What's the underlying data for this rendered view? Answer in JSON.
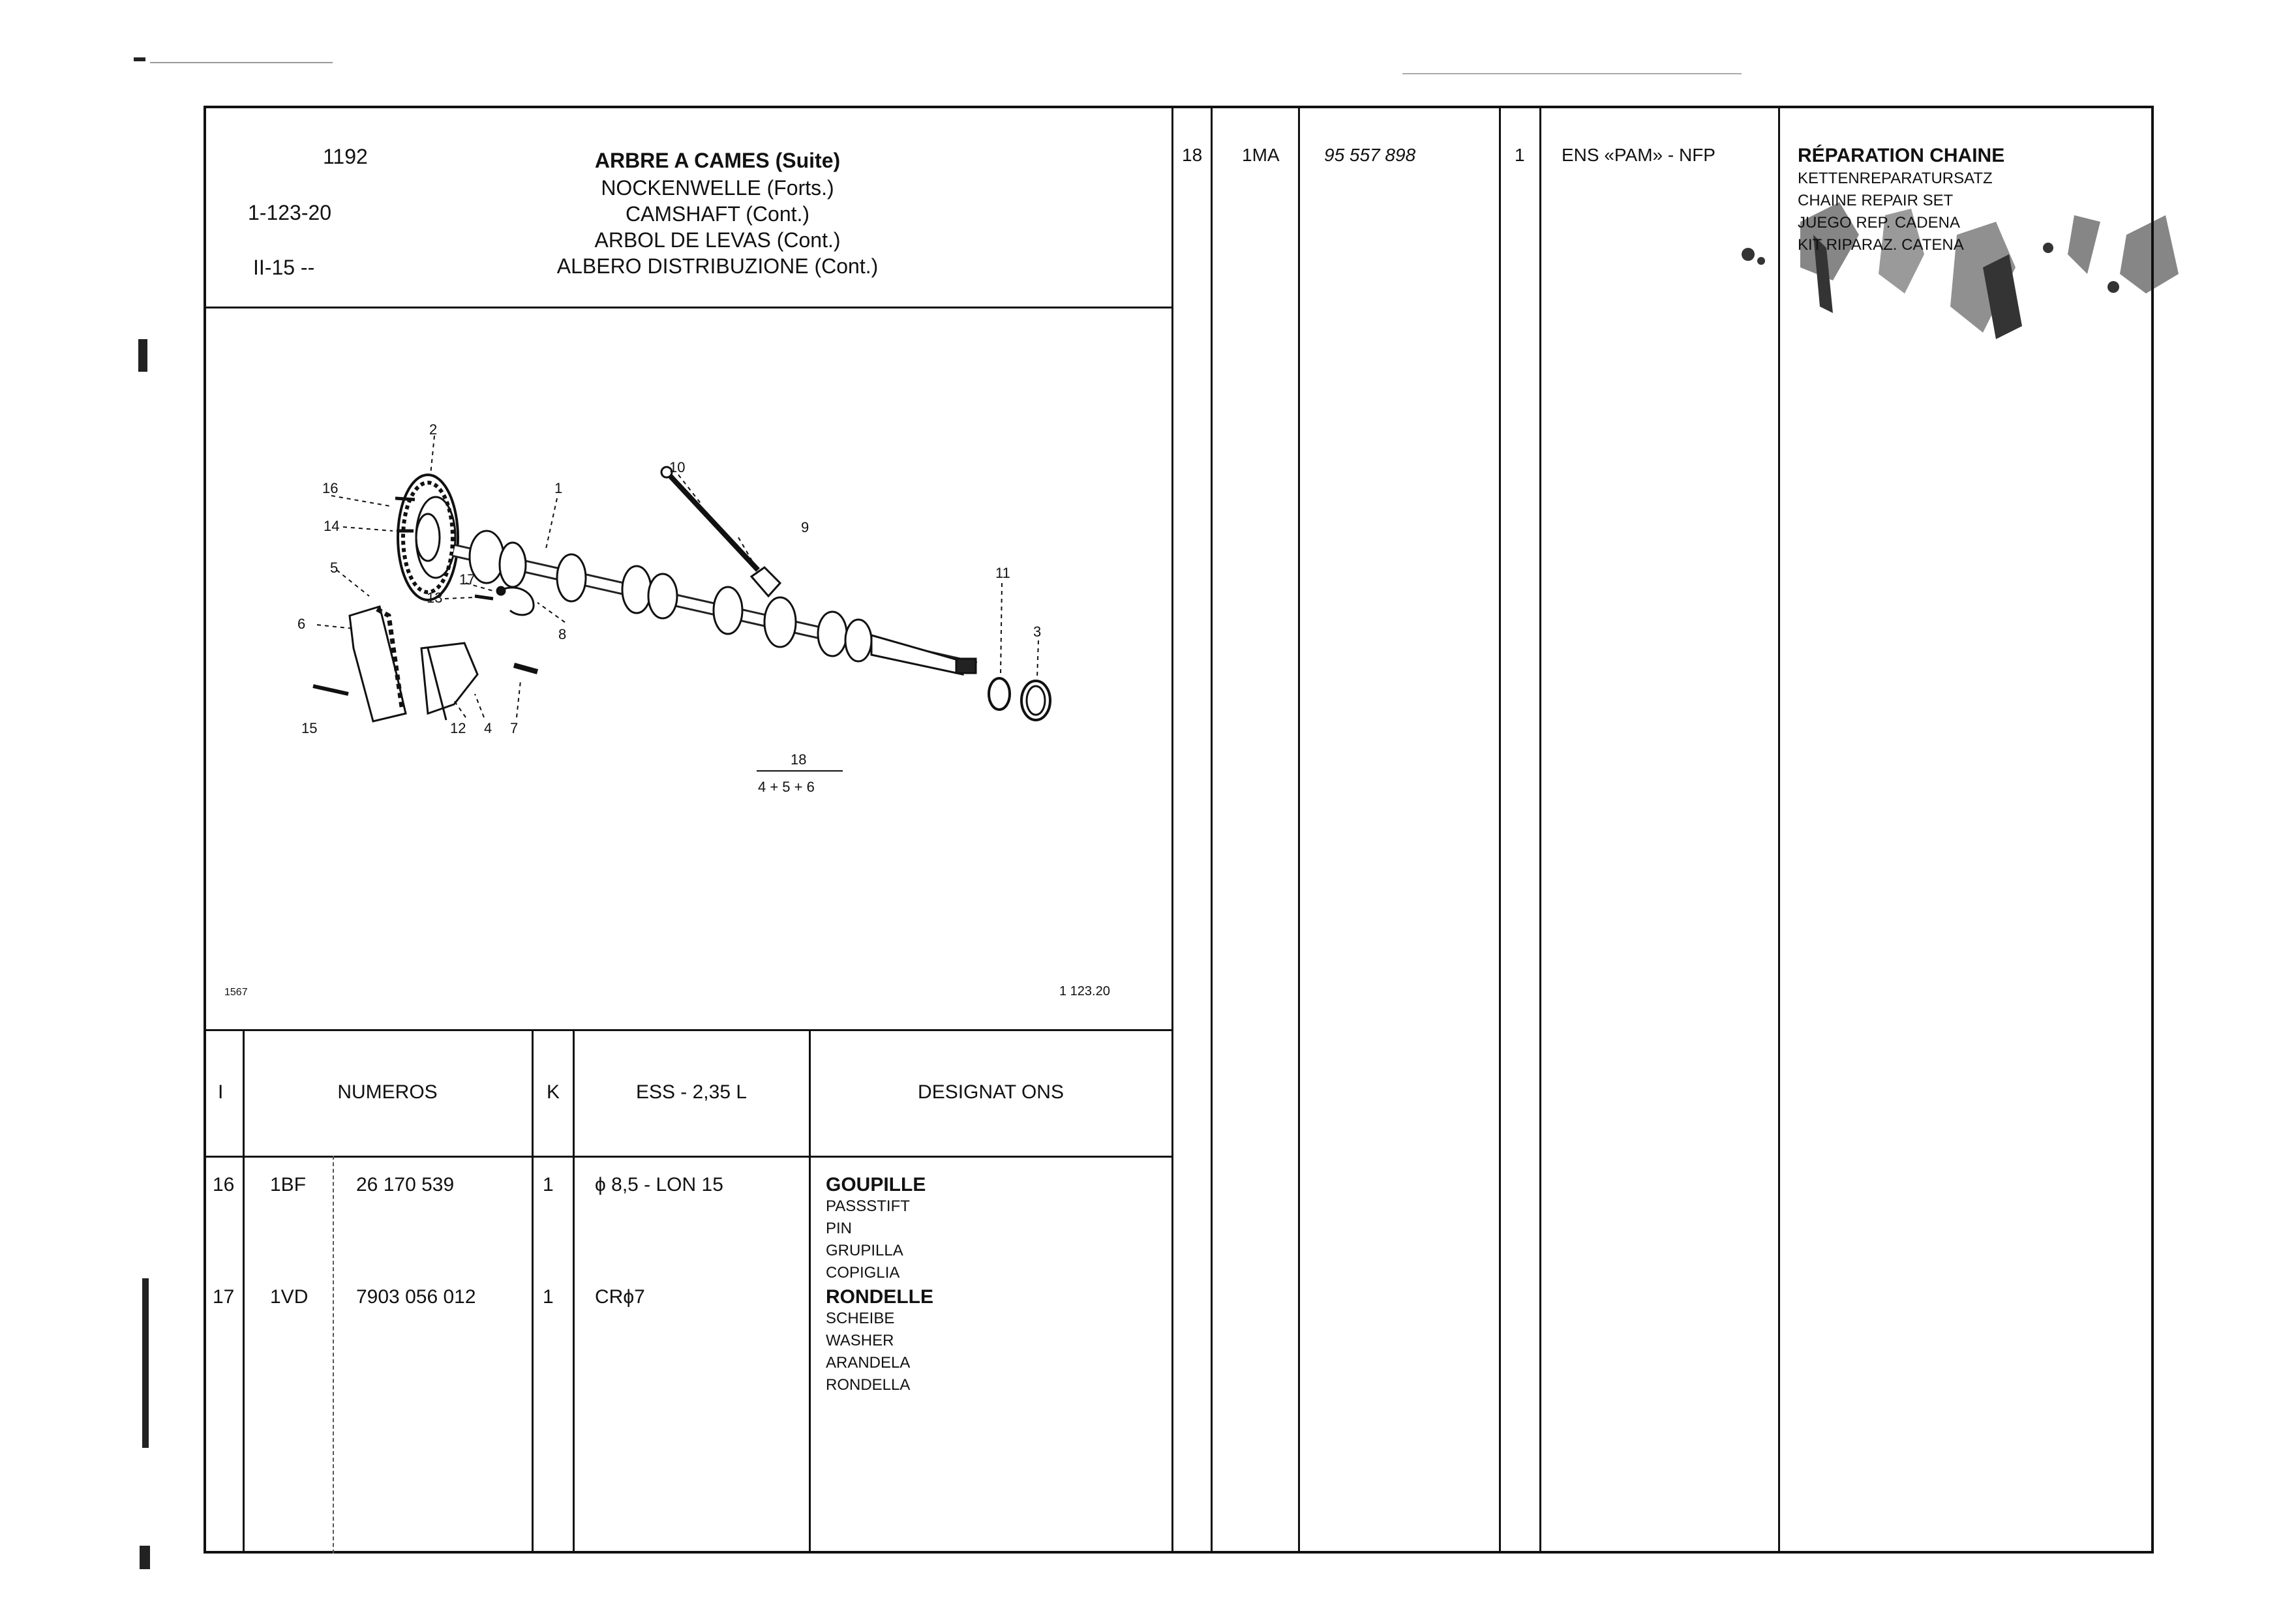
{
  "header": {
    "ref_code": "1192",
    "group_code": "1-123-20",
    "range_code": "II-15 --",
    "titles": [
      "ARBRE A CAMES (Suite)",
      "NOCKENWELLE (Forts.)",
      "CAMSHAFT (Cont.)",
      "ARBOL DE LEVAS (Cont.)",
      "ALBERO DISTRIBUZIONE (Cont.)"
    ]
  },
  "diagram": {
    "callouts": [
      "2",
      "16",
      "14",
      "1",
      "10",
      "9",
      "5",
      "17",
      "13",
      "8",
      "6",
      "11",
      "3",
      "15",
      "12",
      "4",
      "7"
    ],
    "kit_fraction_top": "18",
    "kit_fraction_bottom": "4 + 5 + 6",
    "corner_left": "1567",
    "corner_right": "1 123.20"
  },
  "table": {
    "headers": {
      "item": "I",
      "numbers": "NUMEROS",
      "qty": "K",
      "spec": "ESS - 2,35 L",
      "designations": "DESIGNAT ONS"
    },
    "rows": [
      {
        "item": "16",
        "code": "1BF",
        "part_number": "26 170 539",
        "qty": "1",
        "spec": "ϕ 8,5 - LON 15",
        "name_main": "GOUPILLE",
        "names": [
          "PASSSTIFT",
          "PIN",
          "GRUPILLA",
          "COPIGLIA"
        ]
      },
      {
        "item": "17",
        "code": "1VD",
        "part_number": "7903 056 012",
        "qty": "1",
        "spec": "CRϕ7",
        "name_main": "RONDELLE",
        "names": [
          "SCHEIBE",
          "WASHER",
          "ARANDELA",
          "RONDELLA"
        ]
      }
    ],
    "right_row": {
      "item": "18",
      "code": "1MA",
      "part_number": "95 557 898",
      "qty": "1",
      "spec": "ENS «PAM» - NFP",
      "name_main": "RÉPARATION CHAINE",
      "names": [
        "KETTENREPARATURSATZ",
        "CHAINE REPAIR SET",
        "JUEGO REP. CADENA",
        "KIT RIPARAZ. CATENA"
      ]
    }
  }
}
